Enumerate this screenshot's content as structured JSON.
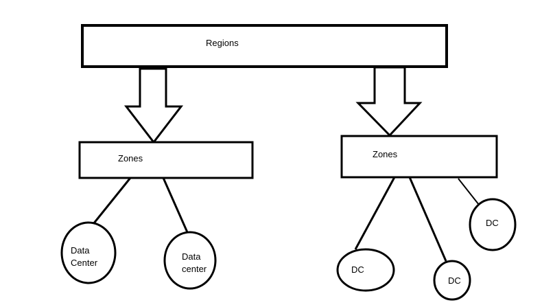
{
  "diagram": {
    "regions": {
      "label": "Regions"
    },
    "zones_left": {
      "label": "Zones",
      "children": [
        {
          "line1": "Data",
          "line2": "Center"
        },
        {
          "line1": "Data",
          "line2": "center"
        }
      ]
    },
    "zones_right": {
      "label": "Zones",
      "children": [
        {
          "label": "DC"
        },
        {
          "label": "DC"
        },
        {
          "label": "DC"
        }
      ]
    }
  }
}
